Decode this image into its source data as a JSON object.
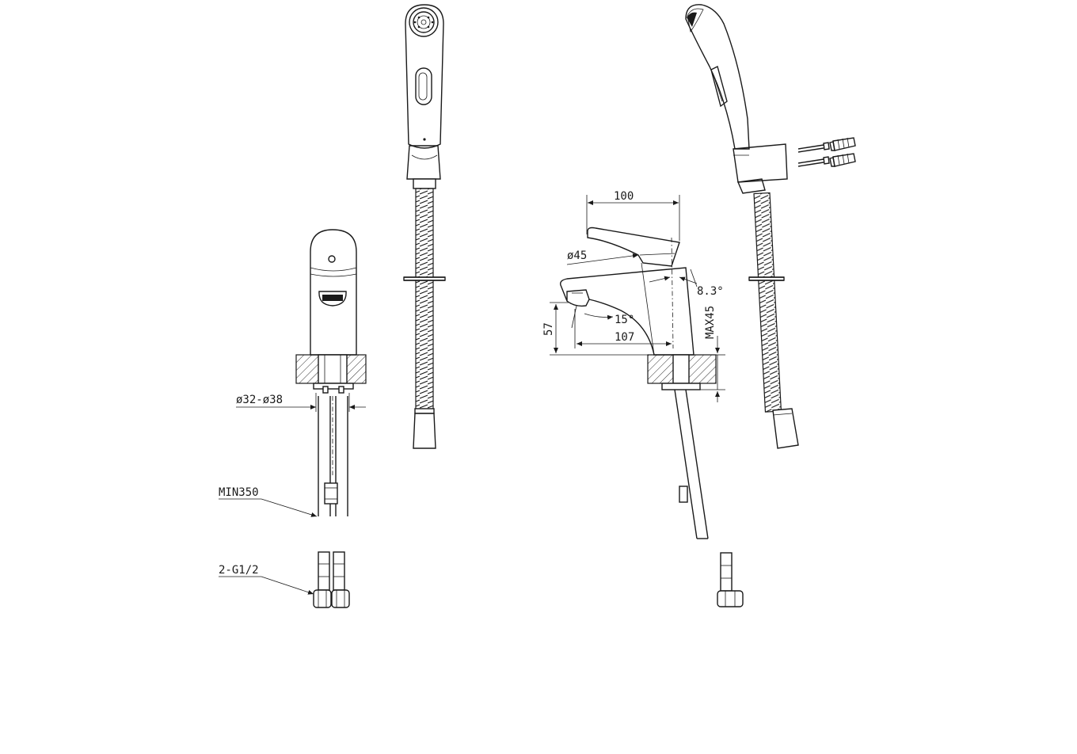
{
  "colors": {
    "line": "#1a1a1a",
    "background": "#ffffff"
  },
  "dimensions": {
    "width_100": "100",
    "dia_45": "ø45",
    "angle_8_3": "8.3°",
    "angle_15": "15°",
    "height_57": "57",
    "reach_107": "107",
    "max_45": "MAX45",
    "hole_dia": "ø32-ø38",
    "min_350": "MIN350",
    "thread": "2-G1/2"
  }
}
